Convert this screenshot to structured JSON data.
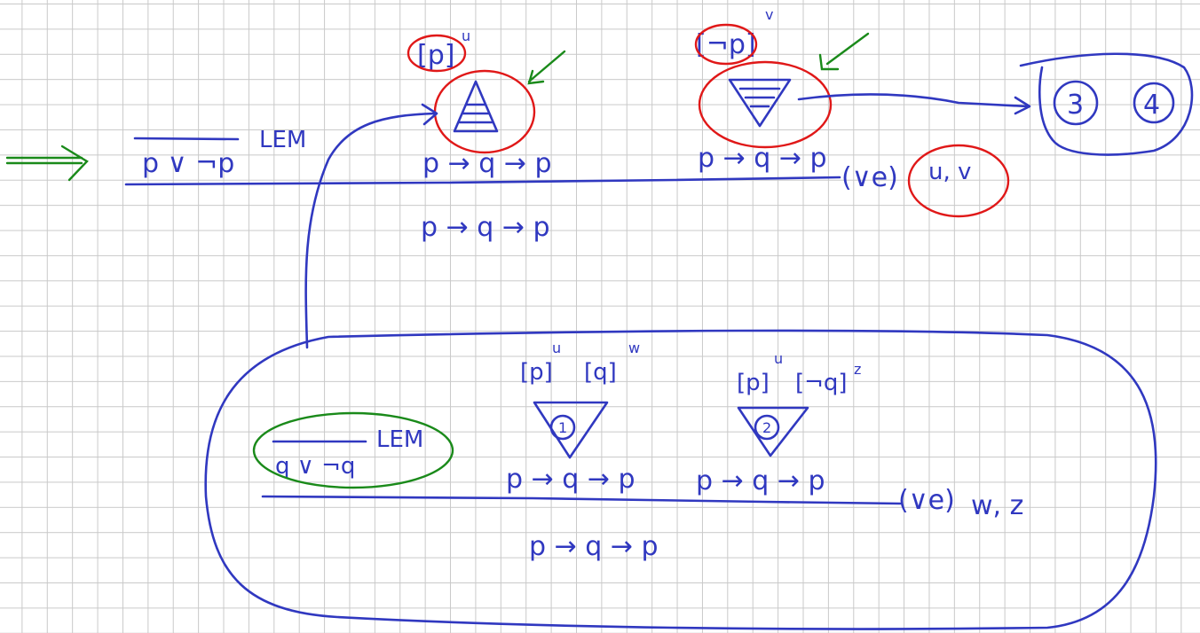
{
  "colors": {
    "ink": "#3038c0",
    "highlight_red": "#e01818",
    "highlight_green": "#1a8a1a",
    "grid": "#c9c9c9"
  },
  "outer_proof": {
    "major_premise": "p ∨ ¬p",
    "major_rule": "LEM",
    "left_hypothesis": "[p]",
    "left_hypothesis_label": "u",
    "left_conclusion": "p → q → p",
    "right_hypothesis": "[¬p]",
    "right_hypothesis_label": "v",
    "right_conclusion": "p → q → p",
    "rule": "(∨e)",
    "discharged": "u, v",
    "final_conclusion": "p → q → p"
  },
  "goals": [
    "3",
    "4"
  ],
  "inner_proof": {
    "major_premise": "q ∨ ¬q",
    "major_rule": "LEM",
    "left_hypotheses": [
      {
        "text": "[p]",
        "label": "u"
      },
      {
        "text": "[q]",
        "label": "w"
      }
    ],
    "left_subproof": "1",
    "left_conclusion": "p → q → p",
    "right_hypotheses": [
      {
        "text": "[p]",
        "label": "u"
      },
      {
        "text": "[¬q]",
        "label": "z"
      }
    ],
    "right_subproof": "2",
    "right_conclusion": "p → q → p",
    "rule": "(∨e)",
    "discharged": "w, z",
    "final_conclusion": "p → q → p"
  }
}
